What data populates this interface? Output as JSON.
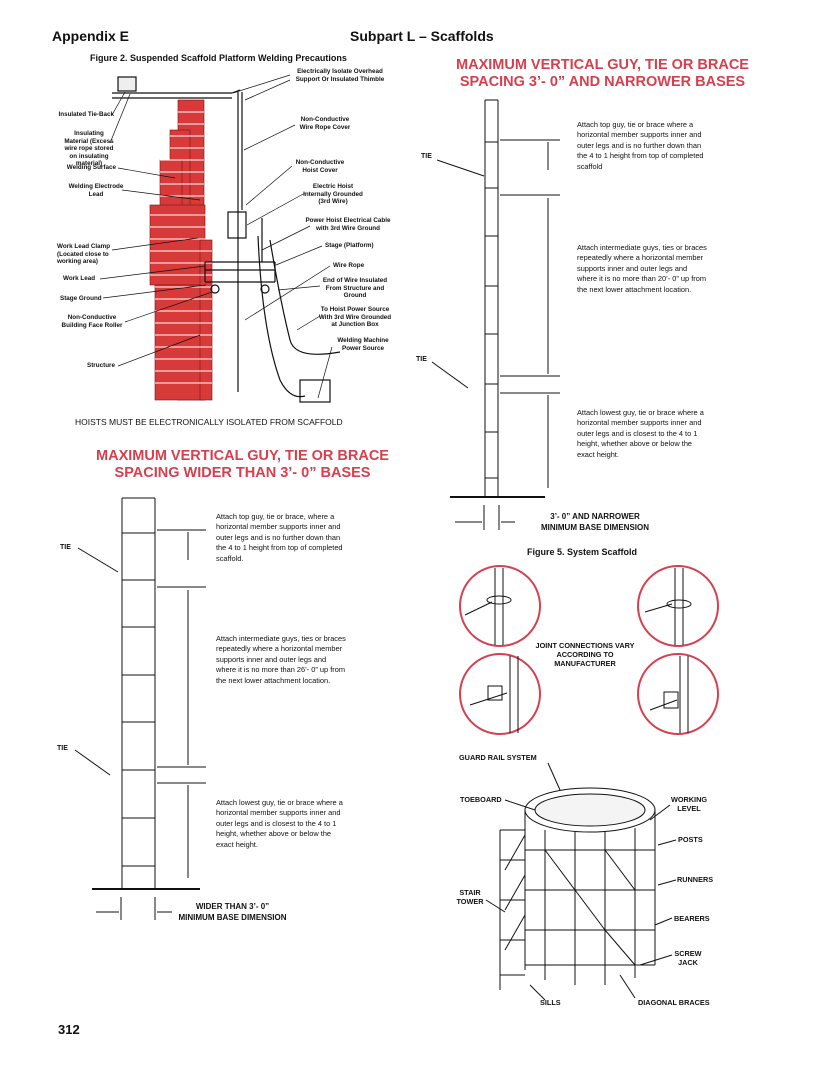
{
  "header": {
    "left": "Appendix E",
    "center": "Subpart L – Scaffolds"
  },
  "page_number": "312",
  "figure2": {
    "title": "Figure 2. Suspended Scaffold Platform Welding Precautions",
    "labels": {
      "insulated_tieback": "Insulated Tie-Back",
      "insulating_material": "Insulating Material (Excess wire rope stored on insulating material)",
      "welding_surface": "Welding Surface",
      "welding_electrode": "Welding Electrode Lead",
      "work_lead_clamp": "Work Lead Clamp (Located close to working area)",
      "work_lead": "Work Lead",
      "stage_ground": "Stage Ground",
      "roller": "Non-Conductive Building Face Roller",
      "structure": "Structure",
      "isolate_overhead": "Electrically Isolate Overhead Support Or Insulated Thimble",
      "rope_cover": "Non-Conductive Wire Rope Cover",
      "hoist_cover": "Non-Conductive Hoist Cover",
      "electric_hoist": "Electric Hoist Internally Grounded (3rd Wire)",
      "power_cable": "Power Hoist Electrical Cable with 3rd Wire Ground",
      "stage": "Stage (Platform)",
      "wire_rope": "Wire Rope",
      "end_wire_rope": "End of Wire Insulated From Structure and Ground",
      "hoist_power": "To Hoist Power Source With 3rd Wire Grounded at Junction Box",
      "welding_machine": "Welding Machine Power Source"
    },
    "caption": "HOISTS MUST BE ELECTRONICALLY ISOLATED FROM SCAFFOLD"
  },
  "wide_section": {
    "title_line1": "MAXIMUM VERTICAL GUY, TIE OR BRACE",
    "title_line2": "SPACING WIDER THAN 3’- 0” BASES",
    "note_top": "Attach top guy, tie or brace, where a horizontal member supports inner and outer legs and is no further down than the 4 to 1 height from top of completed scaffold.",
    "note_mid": "Attach intermediate guys, ties or braces repeatedly where a horizontal member supports inner and outer legs and where it is no more than 26’- 0” up from the next lower attachment location.",
    "note_low": "Attach lowest guy, tie or brace where a horizontal member supports inner and outer legs and is closest to the 4 to 1 height, whether above or below the exact height.",
    "tie": "TIE",
    "dim_line1": "WIDER THAN 3’- 0”",
    "dim_line2": "MINIMUM BASE DIMENSION"
  },
  "narrow_section": {
    "title_line1": "MAXIMUM VERTICAL GUY, TIE OR BRACE",
    "title_line2": "SPACING 3’- 0” AND NARROWER BASES",
    "note_top": "Attach top guy, tie or brace where a horizontal member supports inner and outer legs and is no further down than the 4 to 1 height from top of completed scaffold",
    "note_mid": "Attach intermediate guys, ties or braces repeatedly where a horizontal member supports inner and outer legs and where it is no more than 20’- 0” up from the next lower attachment location.",
    "note_low": "Attach lowest guy, tie or brace where a horizontal member supports inner and outer legs and is closest to the 4 to 1 height, whether above or below the exact height.",
    "tie": "TIE",
    "dim_line1": "3’- 0” AND NARROWER",
    "dim_line2": "MINIMUM BASE DIMENSION"
  },
  "figure5": {
    "title": "Figure 5. System Scaffold",
    "joint_text": "JOINT CONNECTIONS VARY ACCORDING TO MANUFACTURER",
    "labels": {
      "guard_rail": "GUARD RAIL SYSTEM",
      "toeboard": "TOEBOARD",
      "working_level": "WORKING LEVEL",
      "posts": "POSTS",
      "runners": "RUNNERS",
      "stair_tower": "STAIR TOWER",
      "bearers": "BEARERS",
      "screw_jack": "SCREW JACK",
      "sills": "SILLS",
      "diagonal_braces": "DIAGONAL BRACES"
    }
  },
  "colors": {
    "accent_red": "#d6404e",
    "brick": "#d83a3a"
  }
}
